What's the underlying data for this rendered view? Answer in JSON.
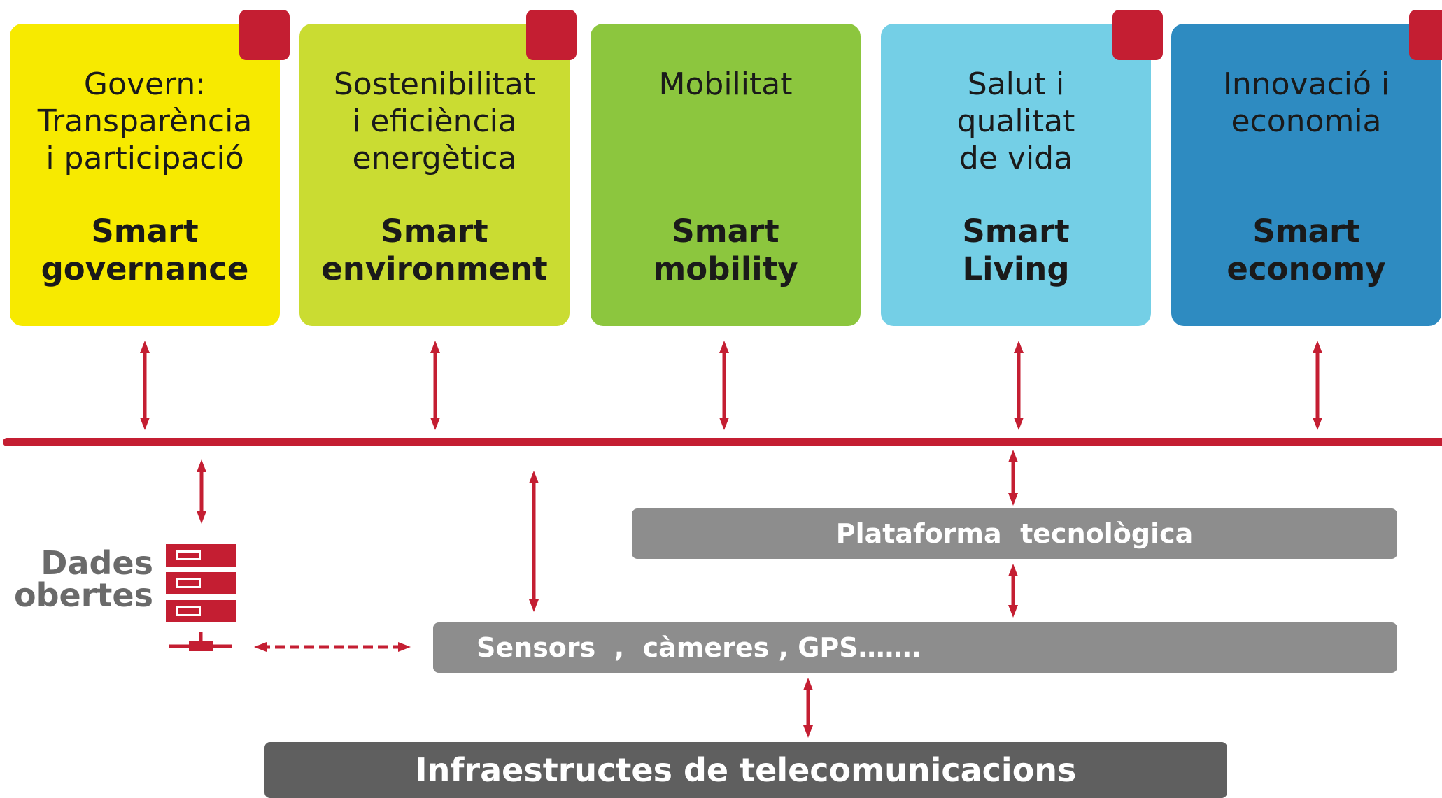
{
  "domains": [
    {
      "subtitle": "Govern:\nTransparència\ni participació",
      "title": "Smart\ngovernance",
      "color": "#f7ea00",
      "has_tag": true
    },
    {
      "subtitle": "Sostenibilitat\ni eficiència\nenergètica",
      "title": "Smart\nenvironment",
      "color": "#cadc32",
      "has_tag": true
    },
    {
      "subtitle": "Mobilitat",
      "title": "Smart\nmobility",
      "color": "#8cc63e",
      "has_tag": false
    },
    {
      "subtitle": "Salut i\nqualitat\nde vida",
      "title": "Smart\nLiving",
      "color": "#74cfe6",
      "has_tag": true
    },
    {
      "subtitle": "Innovació i\neconomia",
      "title": "Smart\neconomy",
      "color": "#2e8bc1",
      "has_tag": true
    }
  ],
  "open_data": {
    "label": "Dades\nobertes",
    "icon": "server-icon"
  },
  "layers": {
    "platform": "Plataforma  tecnològica",
    "sensors": "Sensors  ,  càmeres , GPS…….",
    "infrastructure": "Infraestructes de telecomunicacions"
  },
  "colors": {
    "accent": "#c41e32",
    "bar_light": "#8d8d8d",
    "bar_dark": "#5f5f5f",
    "open_data_text": "#6a6a6a"
  }
}
